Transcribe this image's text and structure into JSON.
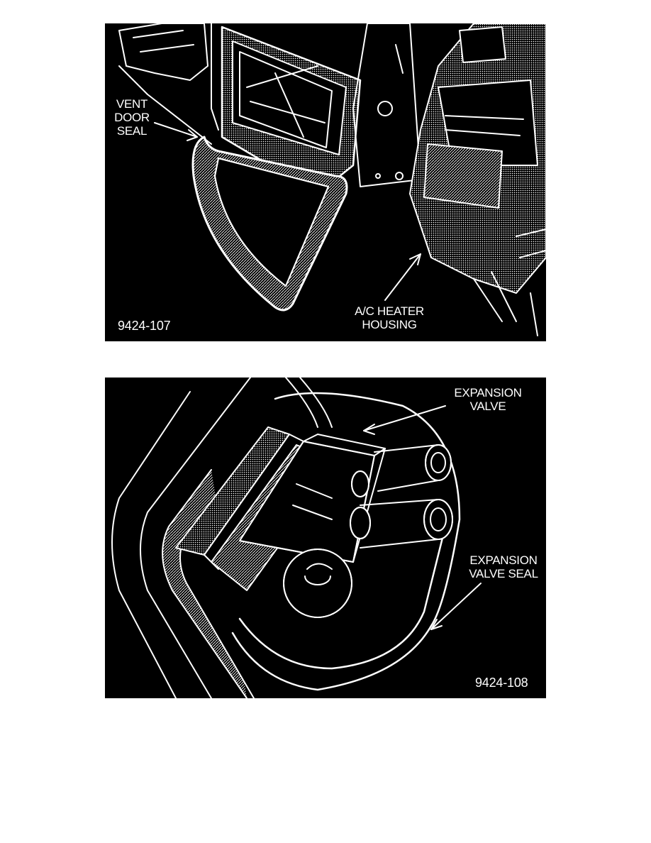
{
  "figures": [
    {
      "id": "9424-107",
      "labels": {
        "vent_door_seal": [
          "VENT",
          "DOOR",
          "SEAL"
        ],
        "ac_heater_housing": [
          "A/C HEATER",
          "HOUSING"
        ]
      }
    },
    {
      "id": "9424-108",
      "labels": {
        "expansion_valve": [
          "EXPANSION",
          "VALVE"
        ],
        "expansion_valve_seal": [
          "EXPANSION",
          "VALVE SEAL"
        ]
      }
    }
  ],
  "colors": {
    "background": "#000000",
    "line": "#ffffff",
    "page": "#ffffff"
  }
}
